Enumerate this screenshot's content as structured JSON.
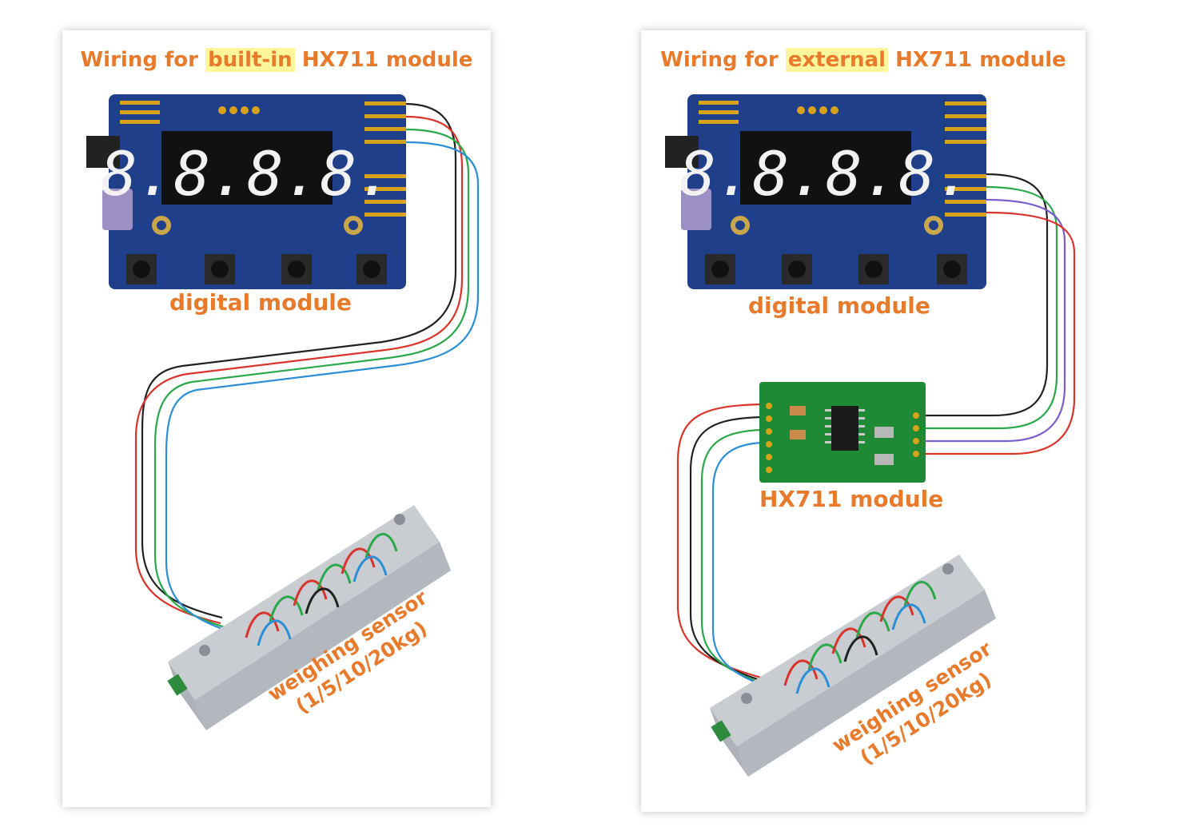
{
  "left_panel": {
    "title_prefix": "Wiring for",
    "title_highlight": "built-in",
    "title_suffix": "HX711 module",
    "digital_module_label": "digital module",
    "sensor_label_line1": "weighing sensor",
    "sensor_label_line2": "(1/5/10/20kg)"
  },
  "right_panel": {
    "title_prefix": "Wiring for",
    "title_highlight": "external",
    "title_suffix": "HX711 module",
    "digital_module_label": "digital module",
    "hx711_label": "HX711 module",
    "sensor_label_line1": "weighing sensor",
    "sensor_label_line2": "(1/5/10/20kg)"
  },
  "display_digits": "8.8.8.8.",
  "colors": {
    "label_orange": "#e87a2c",
    "highlight_yellow": "#fff59a",
    "pcb_blue": "#1f3f8a",
    "hx711_green": "#1f8a35",
    "wire_black": "#222222",
    "wire_red": "#d9342b",
    "wire_green": "#2aa84a",
    "wire_blue": "#2a8fd6",
    "wire_purple": "#7b5ccc"
  }
}
